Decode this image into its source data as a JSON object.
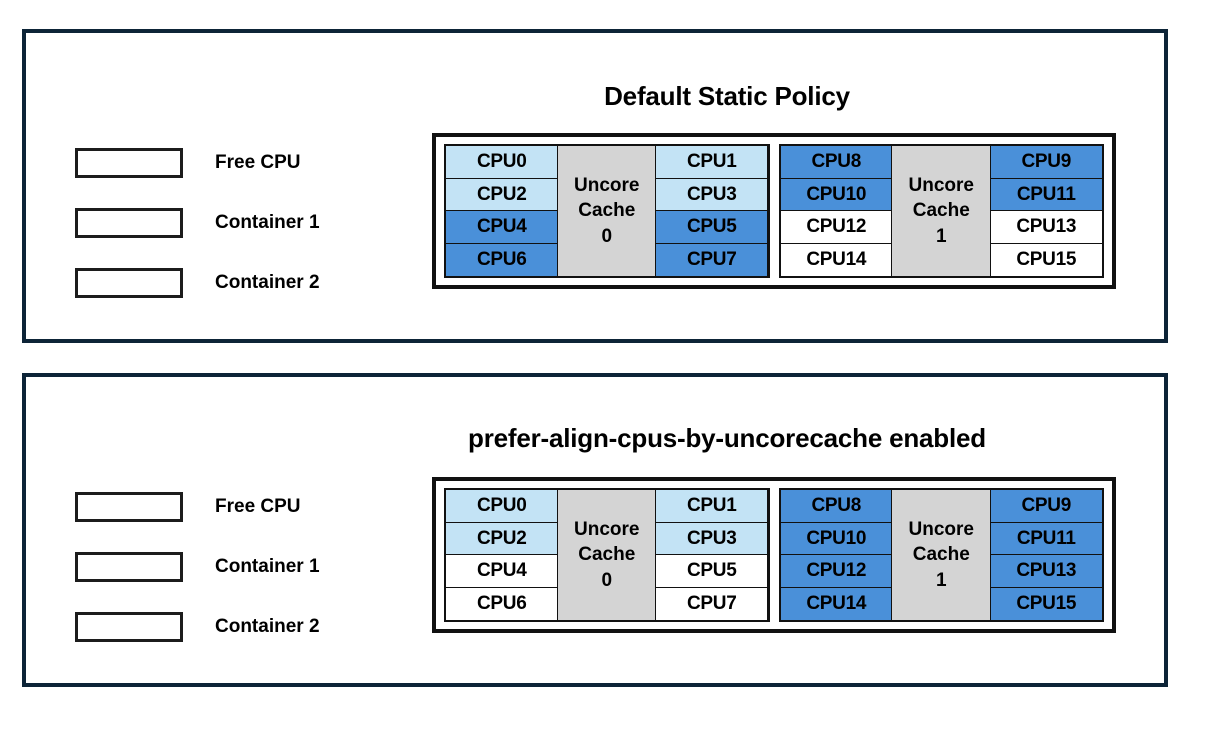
{
  "legend": {
    "items": [
      {
        "label": "Free CPU",
        "swatch": "free",
        "color": "#ffffff"
      },
      {
        "label": "Container 1",
        "swatch": "c1",
        "color": "#c3e3f5"
      },
      {
        "label": "Container 2",
        "swatch": "c2",
        "color": "#4a90d9"
      }
    ]
  },
  "panels": [
    {
      "id": "default-static-policy",
      "title": "Default Static Policy",
      "cache_groups": [
        {
          "cache_label_line1": "Uncore",
          "cache_label_line2": "Cache",
          "cache_index": "0",
          "left_column": [
            {
              "label": "CPU0",
              "state": "c1"
            },
            {
              "label": "CPU2",
              "state": "c1"
            },
            {
              "label": "CPU4",
              "state": "c2"
            },
            {
              "label": "CPU6",
              "state": "c2"
            }
          ],
          "right_column": [
            {
              "label": "CPU1",
              "state": "c1"
            },
            {
              "label": "CPU3",
              "state": "c1"
            },
            {
              "label": "CPU5",
              "state": "c2"
            },
            {
              "label": "CPU7",
              "state": "c2"
            }
          ]
        },
        {
          "cache_label_line1": "Uncore",
          "cache_label_line2": "Cache",
          "cache_index": "1",
          "left_column": [
            {
              "label": "CPU8",
              "state": "c2"
            },
            {
              "label": "CPU10",
              "state": "c2"
            },
            {
              "label": "CPU12",
              "state": "free"
            },
            {
              "label": "CPU14",
              "state": "free"
            }
          ],
          "right_column": [
            {
              "label": "CPU9",
              "state": "c2"
            },
            {
              "label": "CPU11",
              "state": "c2"
            },
            {
              "label": "CPU13",
              "state": "free"
            },
            {
              "label": "CPU15",
              "state": "free"
            }
          ]
        }
      ]
    },
    {
      "id": "prefer-align-cpus-by-uncorecache-enabled",
      "title": "prefer-align-cpus-by-uncorecache enabled",
      "cache_groups": [
        {
          "cache_label_line1": "Uncore",
          "cache_label_line2": "Cache",
          "cache_index": "0",
          "left_column": [
            {
              "label": "CPU0",
              "state": "c1"
            },
            {
              "label": "CPU2",
              "state": "c1"
            },
            {
              "label": "CPU4",
              "state": "free"
            },
            {
              "label": "CPU6",
              "state": "free"
            }
          ],
          "right_column": [
            {
              "label": "CPU1",
              "state": "c1"
            },
            {
              "label": "CPU3",
              "state": "c1"
            },
            {
              "label": "CPU5",
              "state": "free"
            },
            {
              "label": "CPU7",
              "state": "free"
            }
          ]
        },
        {
          "cache_label_line1": "Uncore",
          "cache_label_line2": "Cache",
          "cache_index": "1",
          "left_column": [
            {
              "label": "CPU8",
              "state": "c2"
            },
            {
              "label": "CPU10",
              "state": "c2"
            },
            {
              "label": "CPU12",
              "state": "c2"
            },
            {
              "label": "CPU14",
              "state": "c2"
            }
          ],
          "right_column": [
            {
              "label": "CPU9",
              "state": "c2"
            },
            {
              "label": "CPU11",
              "state": "c2"
            },
            {
              "label": "CPU13",
              "state": "c2"
            },
            {
              "label": "CPU15",
              "state": "c2"
            }
          ]
        }
      ]
    }
  ]
}
